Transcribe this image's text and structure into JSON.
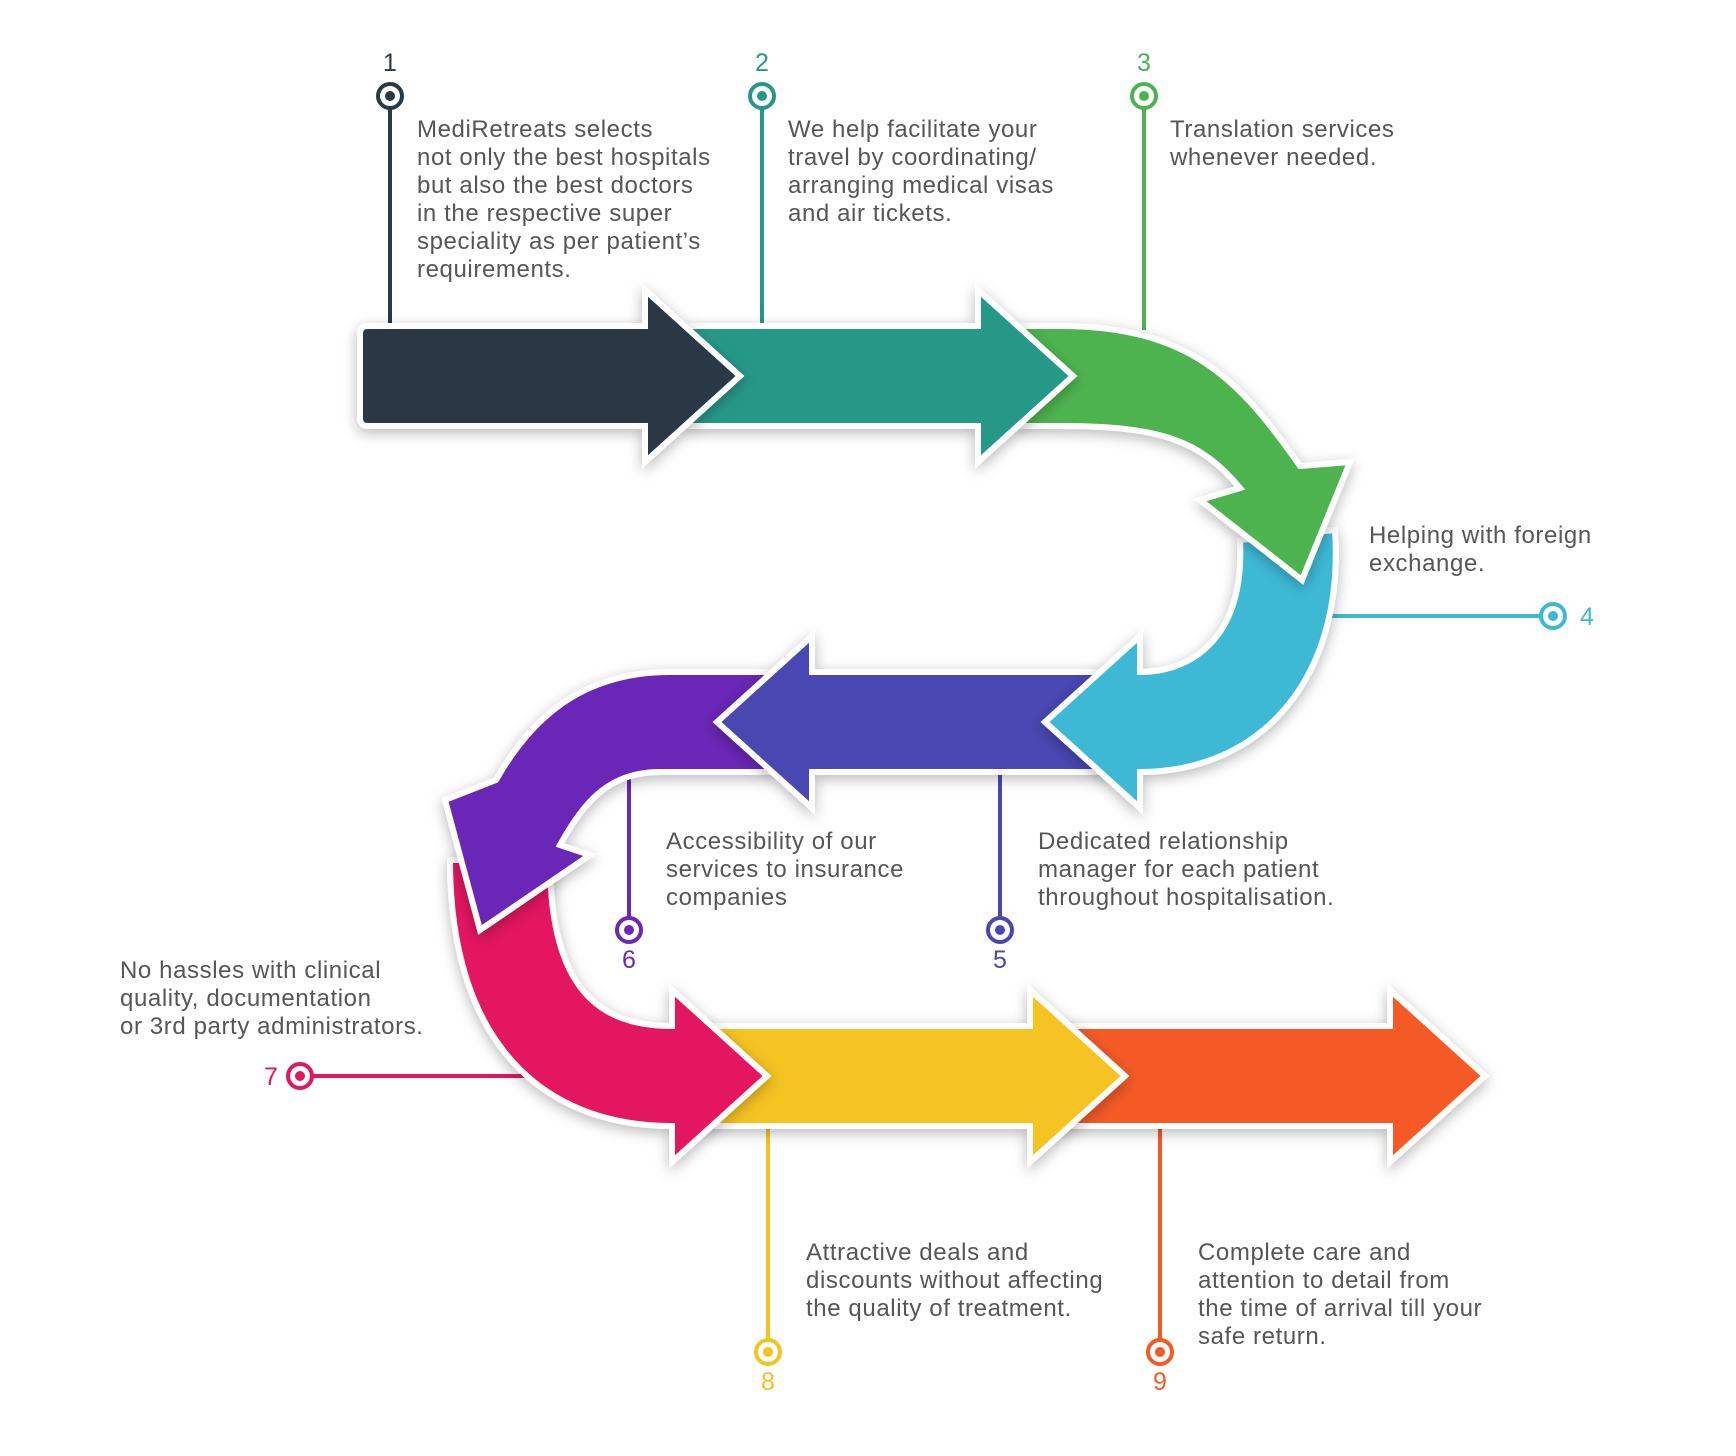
{
  "steps": [
    {
      "number": "1",
      "color": "#2b3845",
      "lines": [
        "MediRetreats selects",
        "not only the best hospitals",
        "but also the best doctors",
        "in the respective super",
        "speciality as per patient’s",
        "requirements."
      ]
    },
    {
      "number": "2",
      "color": "#279888",
      "lines": [
        "We help facilitate your",
        "travel by coordinating/",
        "arranging medical visas",
        "and air tickets."
      ]
    },
    {
      "number": "3",
      "color": "#4db34f",
      "lines": [
        "Translation services",
        "whenever needed."
      ]
    },
    {
      "number": "4",
      "color": "#3db9d6",
      "lines": [
        "Helping with foreign",
        "exchange."
      ]
    },
    {
      "number": "5",
      "color": "#4a46b2",
      "lines": [
        "Dedicated relationship",
        "manager for each patient",
        "throughout hospitalisation."
      ]
    },
    {
      "number": "6",
      "color": "#6b27b7",
      "lines": [
        "Accessibility of our",
        "services to insurance",
        "companies"
      ]
    },
    {
      "number": "7",
      "color": "#e3165f",
      "lines": [
        "No hassles with clinical",
        "quality, documentation",
        "or 3rd party administrators."
      ]
    },
    {
      "number": "8",
      "color": "#f5c320",
      "lines": [
        "Attractive deals and",
        "discounts without affecting",
        "the quality of treatment."
      ]
    },
    {
      "number": "9",
      "color": "#f55a25",
      "lines": [
        "Complete care and",
        "attention to detail from",
        "the time of arrival till your",
        "safe return."
      ]
    }
  ]
}
